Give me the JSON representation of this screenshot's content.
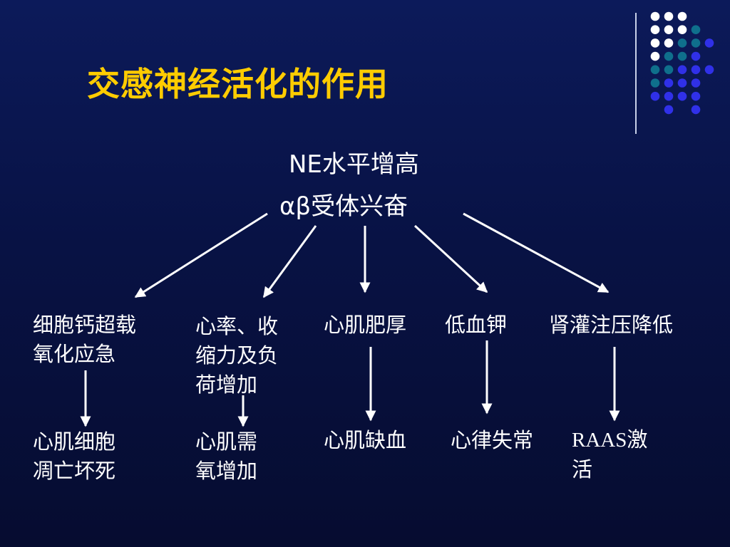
{
  "title": "交感神经活化的作用",
  "center": {
    "line1": "NE水平增高",
    "line2": "αβ受体兴奋"
  },
  "level1": [
    [
      "细胞钙超载",
      "氧化应急"
    ],
    [
      "心率、收",
      "缩力及负",
      "荷增加"
    ],
    [
      "心肌肥厚"
    ],
    [
      "低血钾"
    ],
    [
      "肾灌注压降低"
    ]
  ],
  "level2": [
    [
      "心肌细胞",
      "凋亡坏死"
    ],
    [
      "心肌需",
      "氧增加"
    ],
    [
      "心肌缺血"
    ],
    [
      "心律失常"
    ],
    [
      "RAAS激",
      "活"
    ]
  ],
  "colors": {
    "background": "#0a1550",
    "title": "#ffcc00",
    "text": "#ffffff",
    "dot_white": "#ffffff",
    "dot_teal": "#0f6f8c",
    "dot_blue": "#3030e8"
  }
}
